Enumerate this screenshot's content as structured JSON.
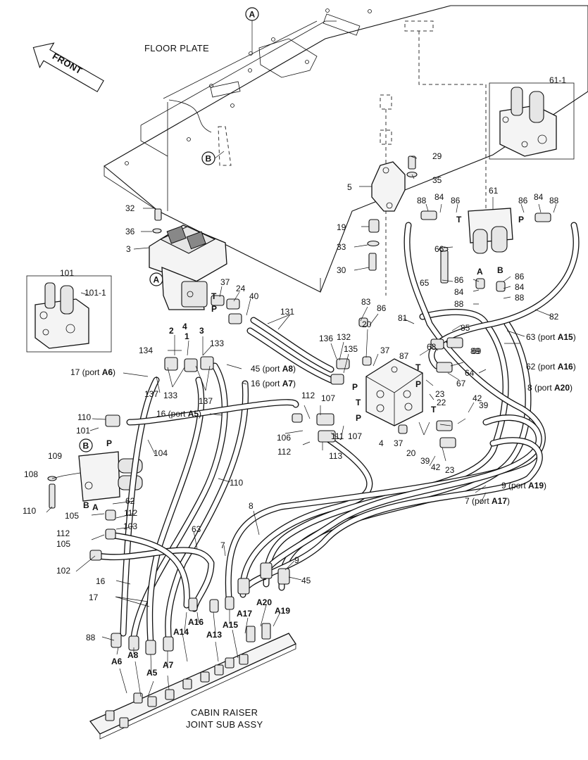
{
  "headers": {
    "floor_plate": "FLOOR PLATE",
    "front": "FRONT",
    "cabin_line1": "CABIN RAISER",
    "cabin_line2": "JOINT SUB ASSY"
  },
  "circled": [
    "A",
    "B",
    "A",
    "B"
  ],
  "port_labels": {
    "p17": {
      "num": "17 (port ",
      "port": "A6",
      "close": ")"
    },
    "p45": {
      "num": "45 (port ",
      "port": "A8",
      "close": ")"
    },
    "p16a7": {
      "num": "16 (port ",
      "port": "A7",
      "close": ")"
    },
    "p16a5": {
      "num": "16 (port ",
      "port": "A5",
      "close": ")"
    },
    "p63": {
      "num": "63 (port ",
      "port": "A15",
      "close": ")"
    },
    "p62": {
      "num": "62 (port ",
      "port": "A16",
      "close": ")"
    },
    "p8": {
      "num": "8 (port ",
      "port": "A20",
      "close": ")"
    },
    "p9": {
      "num": "9 (port ",
      "port": "A19",
      "close": ")"
    },
    "p7": {
      "num": "7 (port ",
      "port": "A17",
      "close": ")"
    }
  },
  "part_numbers": [
    "32",
    "36",
    "3",
    "101",
    "101-1",
    "37",
    "24",
    "40",
    "131",
    "2",
    "4",
    "1",
    "3",
    "134",
    "133",
    "137",
    "133",
    "137",
    "61",
    "61-1",
    "29",
    "5",
    "35",
    "19",
    "33",
    "30",
    "88",
    "84",
    "86",
    "88",
    "84",
    "86",
    "66",
    "65",
    "86",
    "84",
    "88",
    "86",
    "84",
    "88",
    "83",
    "86",
    "81",
    "82",
    "136",
    "132",
    "20",
    "135",
    "37",
    "87",
    "68",
    "85",
    "89",
    "69",
    "64",
    "67",
    "23",
    "42",
    "39",
    "22",
    "42",
    "23",
    "39",
    "20",
    "37",
    "4",
    "107",
    "112",
    "111",
    "107",
    "113",
    "112",
    "106",
    "110",
    "101",
    "109",
    "108",
    "110",
    "105",
    "112",
    "105",
    "112",
    "103",
    "102",
    "104",
    "110",
    "62",
    "63",
    "7",
    "8",
    "9",
    "45",
    "16",
    "17",
    "88"
  ],
  "port_letters": [
    "T",
    "P",
    "T",
    "P",
    "A",
    "B",
    "P",
    "T",
    "P",
    "T",
    "P",
    "T",
    "P",
    "B",
    "A"
  ],
  "joint_ports": [
    "A6",
    "A8",
    "A5",
    "A7",
    "A14",
    "A16",
    "A13",
    "A15",
    "A20",
    "A17",
    "A19"
  ]
}
